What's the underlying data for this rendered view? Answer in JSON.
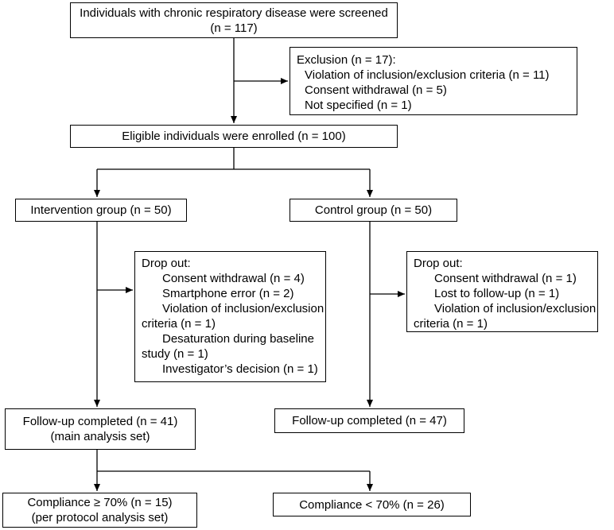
{
  "screened": {
    "line1": "Individuals with chronic respiratory disease were screened",
    "line2": "(n = 117)"
  },
  "exclusion": {
    "title": "Exclusion (n = 17):",
    "items": [
      "Violation of inclusion/exclusion criteria (n = 11)",
      "Consent withdrawal (n = 5)",
      "Not specified (n = 1)"
    ]
  },
  "enrolled": {
    "text": "Eligible individuals were enrolled (n = 100)"
  },
  "intervention": {
    "text": "Intervention group (n = 50)"
  },
  "control": {
    "text": "Control group (n = 50)"
  },
  "dropout_intervention": {
    "title": "Drop out:",
    "lines": [
      "Consent withdrawal (n = 4)",
      "Smartphone error (n = 2)",
      "Violation of inclusion/exclusion",
      "criteria (n = 1)",
      "Desaturation during baseline",
      "study (n = 1)",
      "Investigator’s decision (n = 1)"
    ]
  },
  "dropout_control": {
    "title": "Drop out:",
    "lines": [
      "Consent withdrawal (n = 1)",
      "Lost to follow-up (n = 1)",
      "Violation of inclusion/exclusion",
      "criteria (n = 1)"
    ]
  },
  "followup_intervention": {
    "line1": "Follow-up completed (n = 41)",
    "line2": "(main analysis set)"
  },
  "followup_control": {
    "text": "Follow-up completed (n = 47)"
  },
  "compliance_high": {
    "line1": "Compliance ≥ 70% (n = 15)",
    "line2": "(per protocol analysis set)"
  },
  "compliance_low": {
    "text": "Compliance < 70% (n = 26)"
  }
}
